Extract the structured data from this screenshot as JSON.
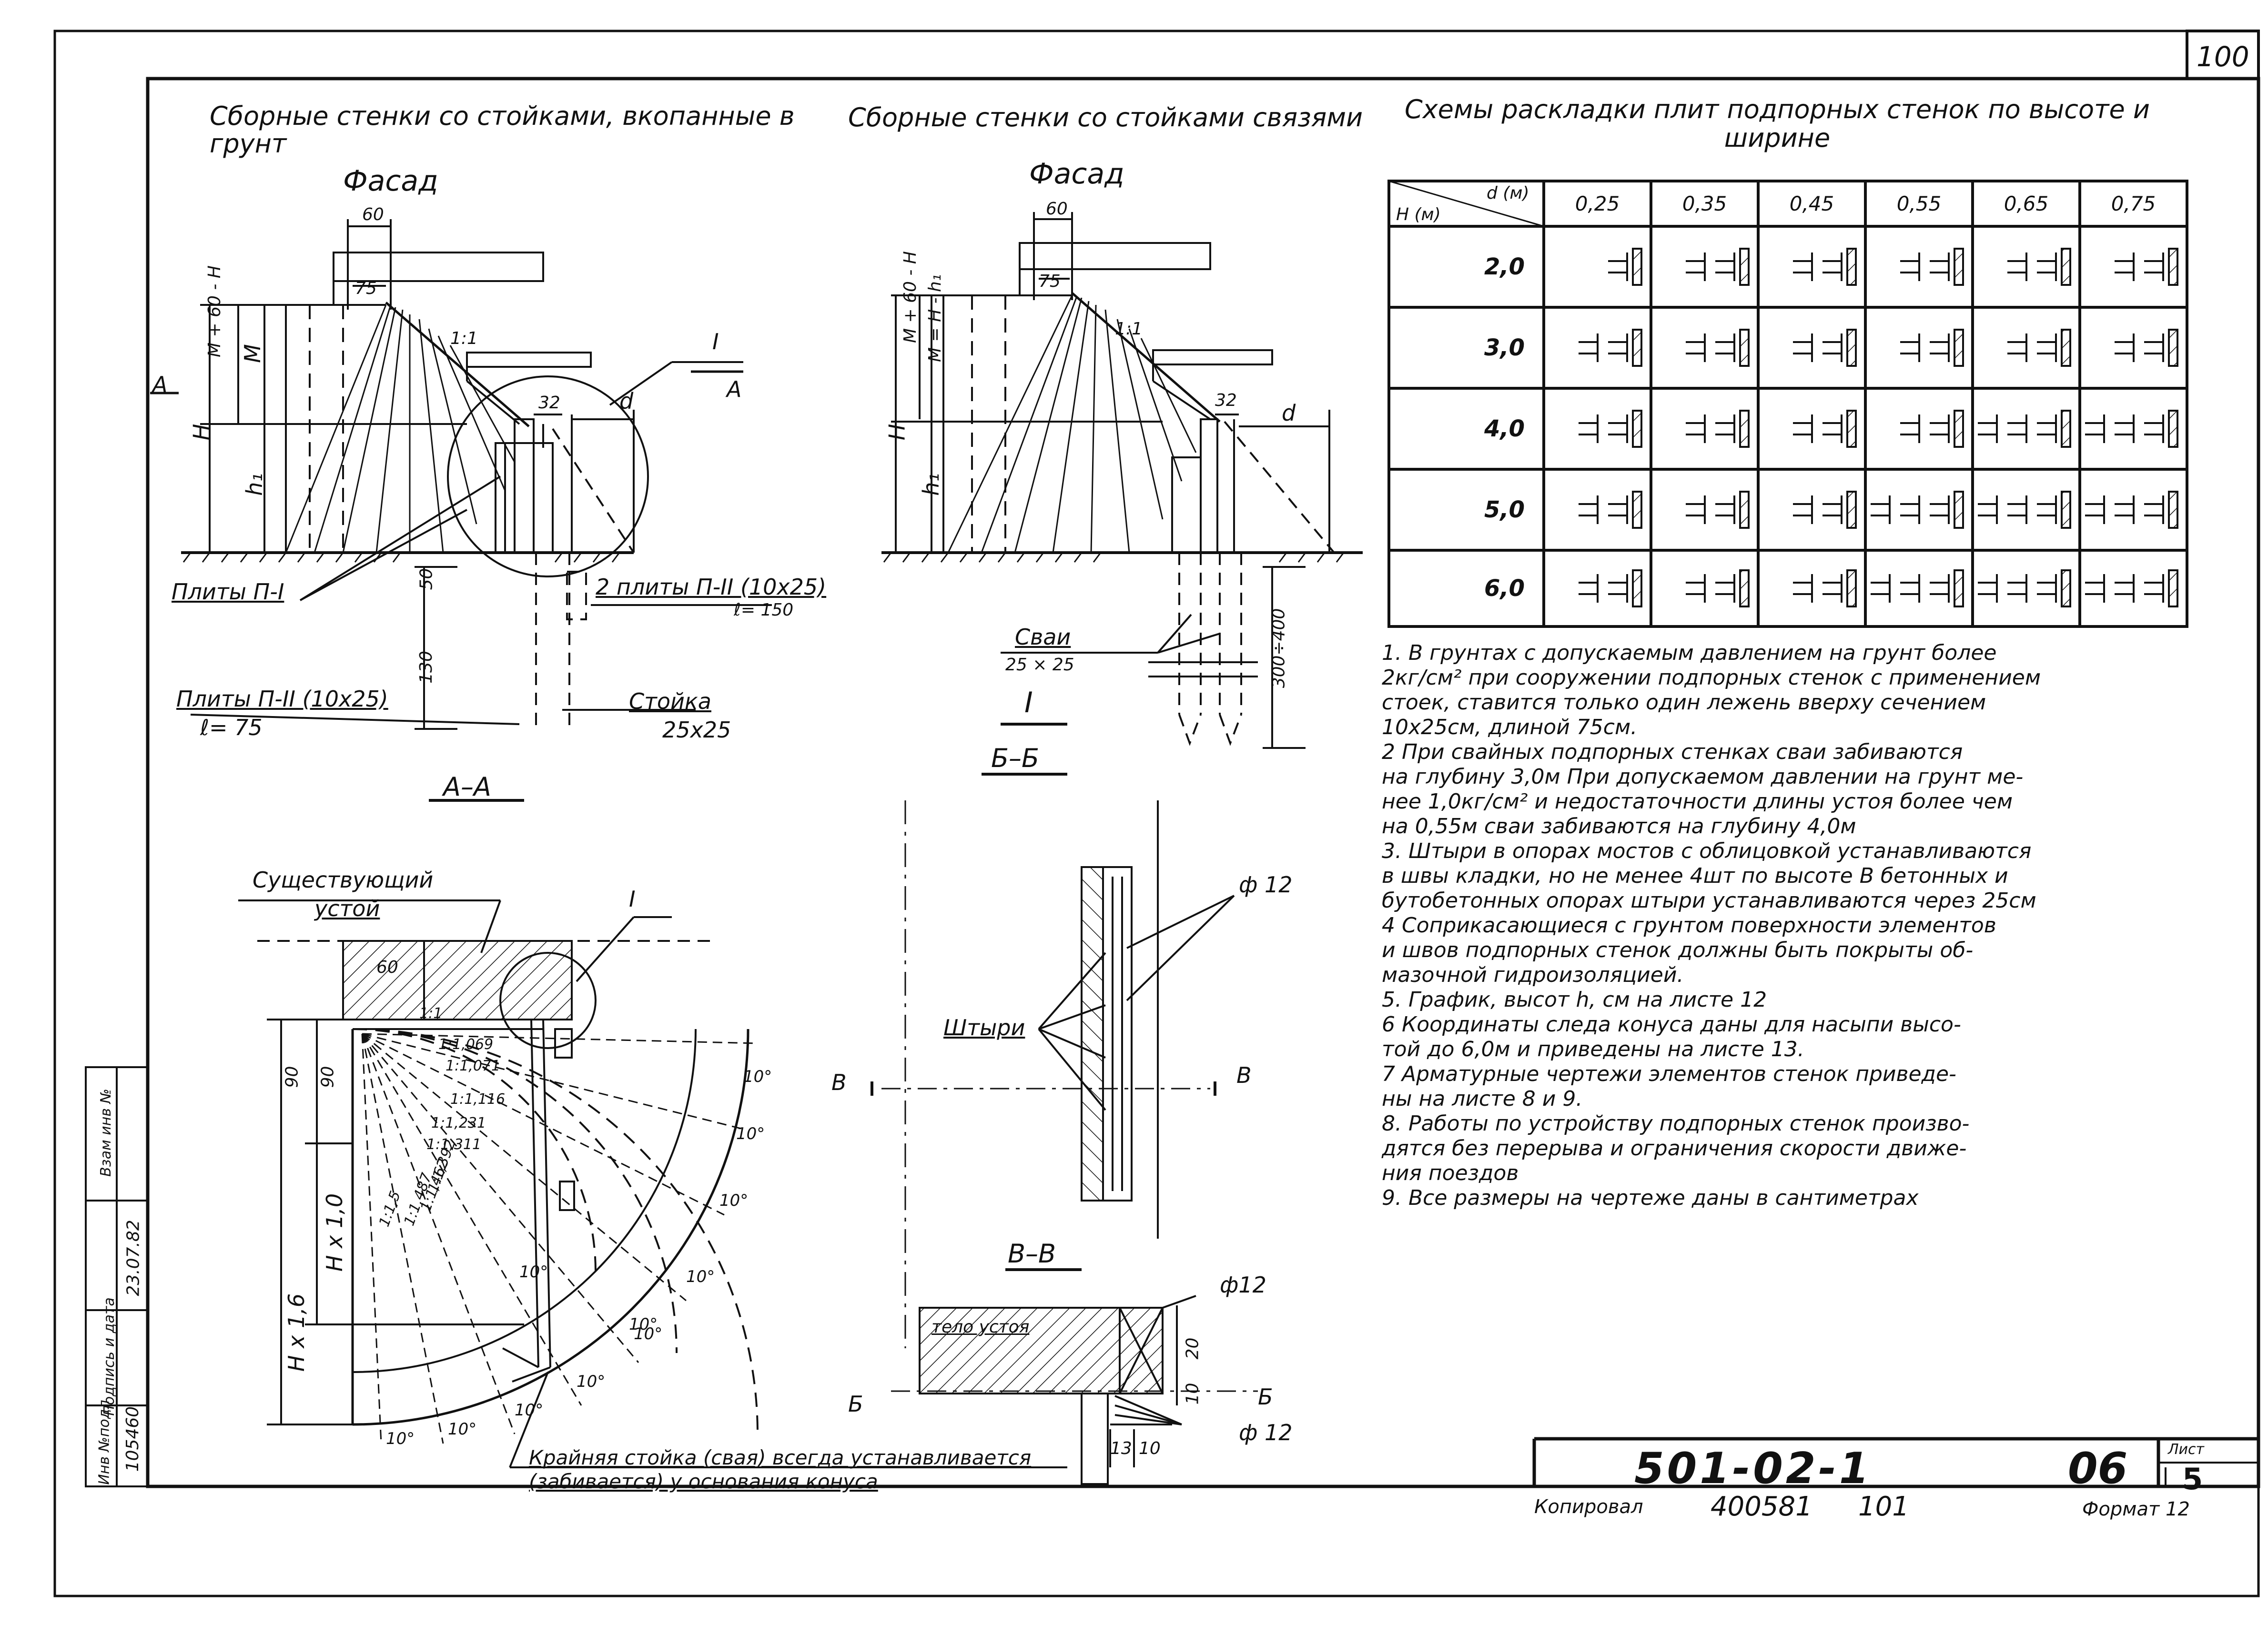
{
  "sheet_number_top": "100",
  "left_section": {
    "title": "Сборные стенки со стойками, вкопанные в грунт",
    "facade_label": "Фасад",
    "dims": {
      "d60": "60",
      "d75": "75",
      "slope": "1:1",
      "d32": "32",
      "d": "d",
      "d50": "50",
      "d130": "130"
    },
    "height_labels": {
      "H": "H",
      "M60": "M + 60 - H",
      "M": "M",
      "h1": "h₁"
    },
    "section_marks": {
      "A_left": "A",
      "A_right": "A",
      "I": "I"
    },
    "labels": {
      "plates_p1": "Плиты П-I",
      "plates_p2": "Плиты П-II (10х25)",
      "plates_p2_len": "ℓ= 75",
      "two_plates": "2 плиты П-II (10х25)",
      "two_plates_len": "ℓ= 150",
      "post": "Стойка",
      "post_size": "25х25"
    },
    "section_title": "А–А"
  },
  "middle_section": {
    "title": "Сборные стенки со стойками связями",
    "facade_label": "Фасад",
    "dims": {
      "d60": "60",
      "d75": "75",
      "slope": "1:1",
      "d32": "32",
      "d": "d",
      "piles_depth": "300÷400"
    },
    "height_labels": {
      "H": "H",
      "M60": "M + 60 - H",
      "MH": "M = H - h₁",
      "h1": "h₁"
    },
    "labels": {
      "piles": "Сваи",
      "piles_size": "25 × 25"
    },
    "section_title_I": "I",
    "section_title_bb": "Б–Б"
  },
  "table": {
    "title": "Схемы раскладки плит подпорных стенок по высоте и ширине",
    "corner_d": "d (м)",
    "corner_h": "H (м)",
    "columns": [
      "0,25",
      "0,35",
      "0,45",
      "0,55",
      "0,65",
      "0,75"
    ],
    "rows": [
      {
        "h": "2,0",
        "cells": [
          1,
          2,
          2,
          2,
          2,
          2
        ]
      },
      {
        "h": "3,0",
        "cells": [
          2,
          2,
          2,
          2,
          2,
          2
        ]
      },
      {
        "h": "4,0",
        "cells": [
          2,
          2,
          2,
          2,
          3,
          3
        ]
      },
      {
        "h": "5,0",
        "cells": [
          2,
          2,
          2,
          3,
          3,
          3
        ]
      },
      {
        "h": "6,0",
        "cells": [
          2,
          2,
          2,
          3,
          3,
          3
        ]
      }
    ]
  },
  "notes": [
    "1. В грунтах с допускаемым давлением на грунт более",
    "2кг/см² при сооружении подпорных стенок с применением",
    "стоек, ставится только один лежень вверху сечением",
    "10х25см, длиной 75см.",
    "2 При свайных подпорных стенках сваи забиваются",
    "на глубину 3,0м При допускаемом давлении на грунт ме-",
    "нее 1,0кг/см² и недостаточности длины устоя более чем",
    "на 0,55м сваи забиваются на глубину 4,0м",
    "3. Штыри в опорах мостов с облицовкой устанавливаются",
    "в швы кладки, но не менее 4шт по высоте В бетонных и",
    "бутобетонных опорах штыри устанавливаются через 25см",
    "4 Соприкасающиеся с грунтом поверхности элементов",
    "и швов подпорных стенок должны быть покрыты об-",
    "мазочной гидроизоляцией.",
    "5. График, высот h, см на листе 12",
    "6 Координаты следа конуса даны для насыпи высо-",
    "той до 6,0м и приведены на листе 13.",
    "7 Арматурные чертежи элементов стенок приведе-",
    "ны на листе 8 и 9.",
    "8. Работы по устройству подпорных стенок произво-",
    "дятся без перерыва и ограничения скорости движе-",
    "ния поездов",
    "9. Все размеры на чертеже даны в сантиметрах"
  ],
  "plan_section": {
    "existing_abutment": "Существующий",
    "existing_abutment2": "устой",
    "mark_I": "I",
    "dim_60": "60",
    "dim_90a": "90",
    "dim_90b": "90",
    "dim_h10": "H x 1,0",
    "dim_h16": "H x 1,6",
    "ratios": [
      "1:1",
      "1:1,069",
      "1:1,071",
      "1:1,116",
      "1:1,231",
      "1:1,311",
      "1:1,392",
      "1:1,462",
      "1:1,487",
      "1:1,5"
    ],
    "angle_label": "10°",
    "footnote1": "Крайняя стойка (свая) всегда устанавливается",
    "footnote2": "(забивается) у основания конуса"
  },
  "pins_section": {
    "pins_label": "Штыри",
    "phi12_top": "ф 12",
    "mark_B_left": "В",
    "mark_B_right": "В",
    "title_bb": "В–В",
    "body_label": "тело устоя",
    "phi12_a": "ф12",
    "phi12_b": "ф 12",
    "dims": {
      "d20": "20",
      "d10": "10",
      "d13": "13",
      "d10b": "10"
    },
    "mark_b_left": "Б",
    "mark_b_right": "Б"
  },
  "stamp": {
    "number": "501-02-1",
    "sheet_code": "06",
    "list_label": "Лист",
    "list_number": "5",
    "copied_label": "Копировал",
    "copied_value": "400581",
    "copied_value2": "101",
    "format_label": "Формат 12"
  },
  "side_strip": {
    "inv_label": "Инв №подл",
    "inv_value": "105460",
    "sign_label": "Подпись и дата",
    "sign_value": "23.07.82",
    "replace_label": "Взам инв №"
  }
}
